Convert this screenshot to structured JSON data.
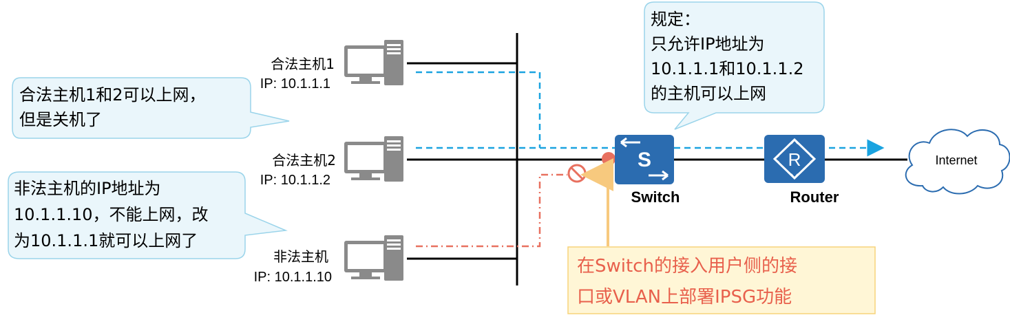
{
  "hosts": [
    {
      "name": "合法主机1",
      "ip": "IP: 10.1.1.1"
    },
    {
      "name": "合法主机2",
      "ip": "IP: 10.1.1.2"
    },
    {
      "name": "非法主机",
      "ip": "IP: 10.1.1.10"
    }
  ],
  "bubbles": {
    "legit_off": [
      "合法主机1和2可以上网，",
      "但是关机了"
    ],
    "illegal": [
      "非法主机的IP地址为",
      "10.1.1.10，不能上网，改",
      "为10.1.1.1就可以上网了"
    ],
    "rule": [
      "规定：",
      "只允许IP地址为",
      "10.1.1.1和10.1.1.2",
      "的主机可以上网"
    ]
  },
  "devices": {
    "switch_label": "Switch",
    "switch_icon_letter": "S",
    "router_label": "Router",
    "router_icon_letter": "R",
    "cloud_label": "Internet"
  },
  "note": [
    "在Switch的接入用户侧的接",
    "口或VLAN上部署IPSG功能"
  ],
  "colors": {
    "device_blue": "#2b6cb0",
    "allowed_path": "#1aa3e0",
    "blocked_path": "#e8705f",
    "note_arrow": "#f7c97e",
    "note_text": "#e8604c",
    "bubble_fill": "#eaf6fb",
    "bubble_stroke": "#9ad4ea"
  }
}
